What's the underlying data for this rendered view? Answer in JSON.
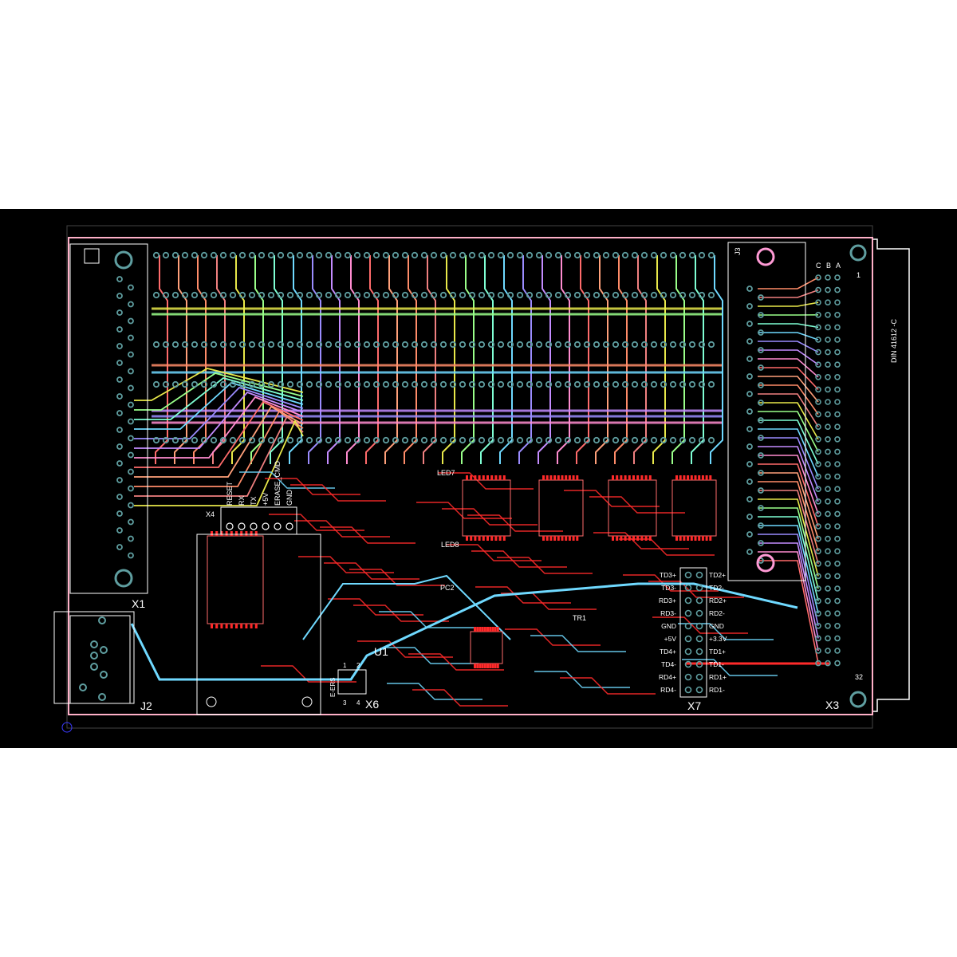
{
  "labels": {
    "x1": "X1",
    "x3": "X3",
    "x4": "X4",
    "x6": "X6",
    "x7": "X7",
    "j2": "J2",
    "j3": "J3",
    "u1": "U1",
    "led7": "LED7",
    "led8": "LED8",
    "pc2": "PC2",
    "tr1": "TR1",
    "din": "DIN 41612 -C",
    "x3_cols": [
      "C",
      "B",
      "A"
    ],
    "x3_pin_first": "1",
    "x3_pin_last": "32",
    "x6_pins": [
      "1",
      "2",
      "3",
      "4"
    ],
    "x6_side": "E-ERS"
  },
  "x4_pins": [
    "RESET",
    "RX",
    "TX",
    "+5V",
    "ERASE_CMD",
    "GND"
  ],
  "x7_left": [
    "TD3+",
    "TD3-",
    "RD3+",
    "RD3-",
    "GND",
    "+5V",
    "TD4+",
    "TD4-",
    "RD4+",
    "RD4-"
  ],
  "x7_right": [
    "TD2+",
    "TD2-",
    "RD2+",
    "RD2-",
    "GND",
    "+3.3V",
    "TD1+",
    "TD1-",
    "RD1+",
    "RD1-"
  ],
  "colors": {
    "background": "#000000",
    "top_copper": "#ff2a2a",
    "traces": [
      "#ff6b6b",
      "#ffa07a",
      "#ff8c69",
      "#f08080",
      "#e8e84a",
      "#9aff8a",
      "#7fffd4",
      "#6fd9ff",
      "#9b8cff",
      "#c48cff",
      "#ff8cd0"
    ],
    "pad": "#5f9ea0",
    "silkscreen": "#ffffff",
    "pink_pad": "#ff9ad5"
  }
}
